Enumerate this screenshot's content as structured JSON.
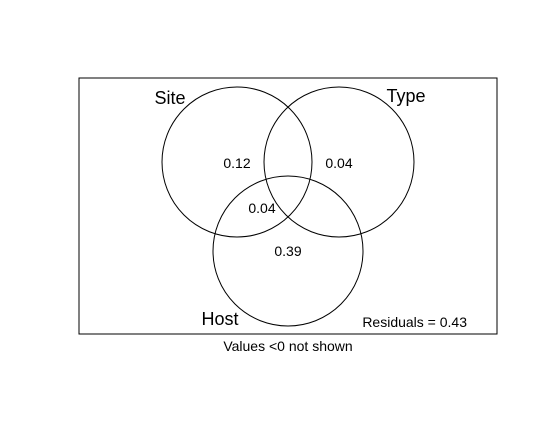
{
  "sets": [
    {
      "name": "Site"
    },
    {
      "name": "Type"
    },
    {
      "name": "Host"
    }
  ],
  "regions": [
    {
      "sets": [
        "Site"
      ],
      "value": "0.12"
    },
    {
      "sets": [
        "Type"
      ],
      "value": "0.04"
    },
    {
      "sets": [
        "Site",
        "Host"
      ],
      "value": "0.04"
    },
    {
      "sets": [
        "Host"
      ],
      "value": "0.39"
    }
  ],
  "residuals_text": "Residuals = 0.43",
  "footnote": "Values <0 not shown",
  "colors": {
    "stroke": "#000000",
    "background": "#ffffff"
  }
}
